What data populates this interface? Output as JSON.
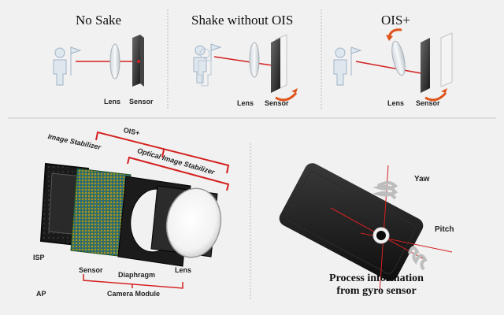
{
  "panels": {
    "no_shake": {
      "title": "No Sake",
      "lens_label": "Lens",
      "sensor_label": "Sensor"
    },
    "shake_without_ois": {
      "title": "Shake without OIS",
      "lens_label": "Lens",
      "sensor_label": "Sensor"
    },
    "ois_plus": {
      "title": "OIS+",
      "lens_label": "Lens",
      "sensor_label": "Sensor"
    }
  },
  "module_diagram": {
    "ois_plus_label": "OIS+",
    "image_stabilizer_label": "Image Stabilizer",
    "optical_image_stabilizer_label": "Optical Image Stabilizer",
    "isp_label": "ISP",
    "sensor_label": "Sensor",
    "diaphragm_label": "Diaphragm",
    "lens_label": "Lens",
    "ap_label": "AP",
    "camera_module_label": "Camera Module"
  },
  "gyro_diagram": {
    "yaw_label": "Yaw",
    "pitch_label": "Pitch",
    "caption_line1": "Process information",
    "caption_line2": "from gyro sensor"
  },
  "colors": {
    "accent_red": "#d42020",
    "arrow_orange": "#e0541b"
  }
}
